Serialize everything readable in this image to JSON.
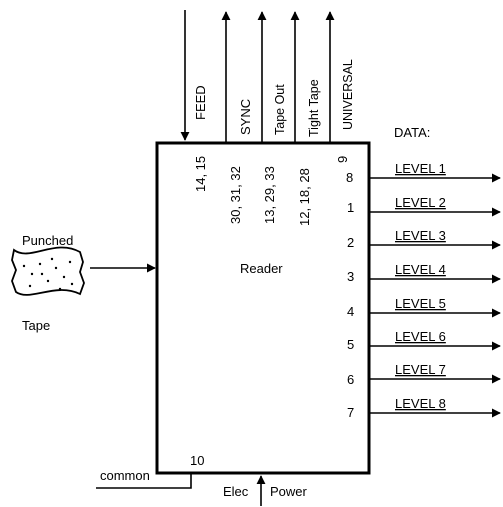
{
  "top_signals": [
    {
      "label": "FEED",
      "direction": "in",
      "pins": "14, 15"
    },
    {
      "label": "SYNC",
      "direction": "out",
      "pins": "30, 31, 32"
    },
    {
      "label": "Tape Out",
      "direction": "out",
      "pins": "13, 29, 33"
    },
    {
      "label": "Tight Tape",
      "direction": "out",
      "pins": "12, 18, 28"
    },
    {
      "label": "UNIVERSAL",
      "direction": "out",
      "pins": "9"
    }
  ],
  "data_header": "DATA:",
  "data_outputs": [
    {
      "pin": "8",
      "label": "LEVEL 1"
    },
    {
      "pin": "1",
      "label": "LEVEL 2"
    },
    {
      "pin": "2",
      "label": "LEVEL 3"
    },
    {
      "pin": "3",
      "label": "LEVEL 4"
    },
    {
      "pin": "4",
      "label": "LEVEL 5"
    },
    {
      "pin": "5",
      "label": "LEVEL 6"
    },
    {
      "pin": "6",
      "label": "LEVEL 7"
    },
    {
      "pin": "7",
      "label": "LEVEL 8"
    }
  ],
  "reader_label": "Reader",
  "input_label_top": "Punched",
  "input_label_bottom": "Tape",
  "common_pin": "10",
  "common_label": "common",
  "power_label_left": "Elec",
  "power_label_right": "Power"
}
